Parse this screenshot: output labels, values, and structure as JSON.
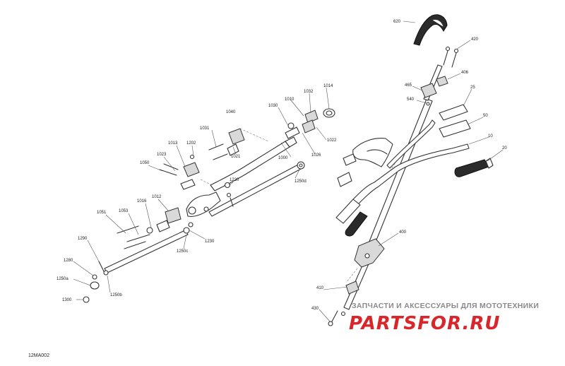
{
  "diagram_code": "12MA002",
  "watermark": {
    "tagline": "ЗАПЧАСТИ И АКСЕССУАРЫ ДЛЯ МОТОТЕХНИКИ",
    "logo": "PARTSFOR.RU",
    "color": "#d9262a"
  },
  "callouts": {
    "c620": "620",
    "c420": "420",
    "c406": "406",
    "c465": "465",
    "c540": "540",
    "c25": "25",
    "c50": "50",
    "c10": "10",
    "c20": "20",
    "c400": "400",
    "c410": "410",
    "c430": "430",
    "c1014": "1014",
    "c1032": "1032",
    "c1010": "1010",
    "c1030": "1030",
    "c1022": "1022",
    "c1026": "1026",
    "c1040": "1040",
    "c1021": "1021",
    "c1031": "1031",
    "c1000": "1000",
    "c1250d": "1250d",
    "c1013": "1013",
    "c1202": "1202",
    "c1023": "1023",
    "c1050": "1050",
    "c1220": "1220",
    "c1012": "1012",
    "c1016": "1016",
    "c1051": "1051",
    "c1053": "1053",
    "c1230": "1230",
    "c1250c": "1250c",
    "c1290": "1290",
    "c1280": "1280",
    "c1250a": "1250a",
    "c1250b": "1250b",
    "c1300": "1300"
  }
}
